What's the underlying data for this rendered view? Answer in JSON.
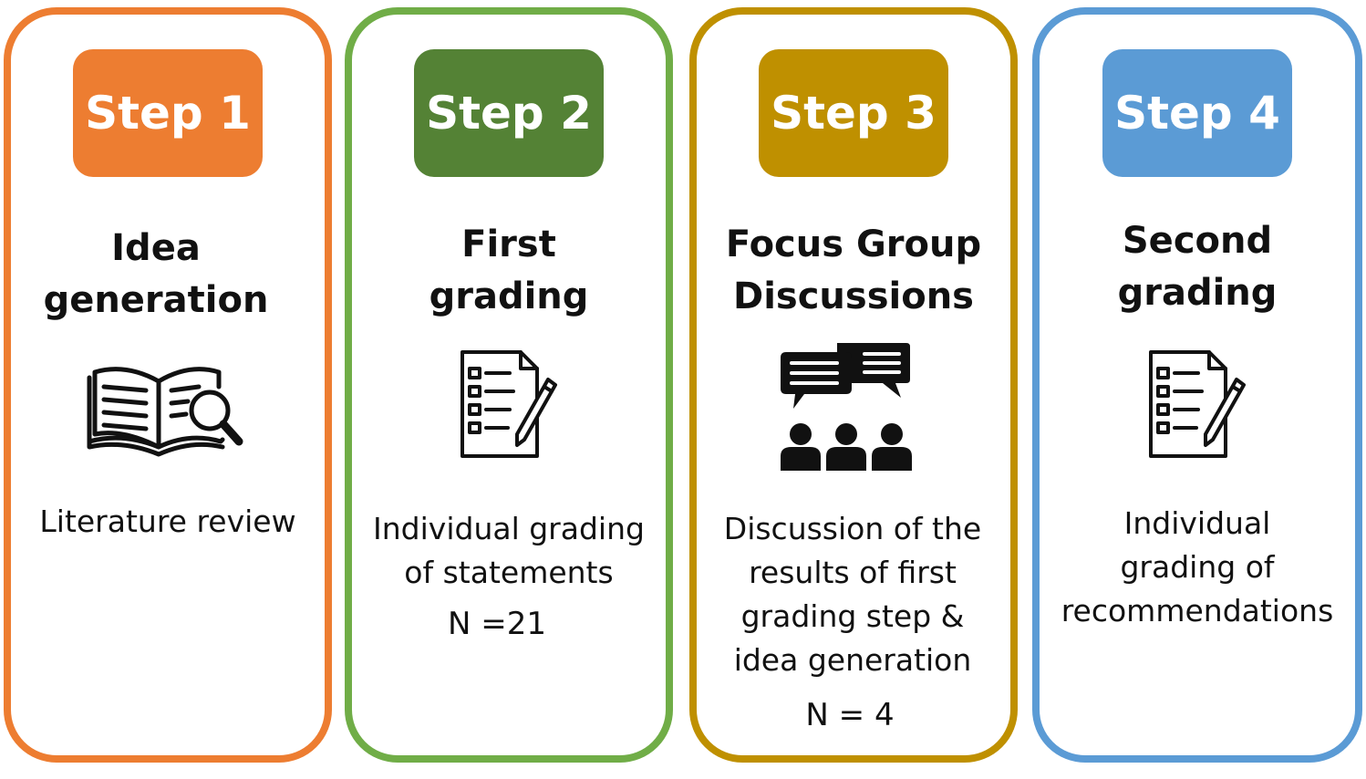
{
  "colors": {
    "step1": "#ED7D31",
    "step2_border": "#70AD47",
    "step2_badge": "#548235",
    "step3": "#BF9000",
    "step4": "#5B9BD5"
  },
  "steps": [
    {
      "badge": "Step 1",
      "title": [
        "Idea",
        "generation"
      ],
      "icon": "book-magnifier-icon",
      "description": [
        "Literature review"
      ],
      "count": ""
    },
    {
      "badge": "Step 2",
      "title": [
        "First",
        "grading"
      ],
      "icon": "checklist-pencil-icon",
      "description": [
        "Individual grading",
        "of statements"
      ],
      "count": "N =21"
    },
    {
      "badge": "Step 3",
      "title": [
        "Focus Group",
        "Discussions"
      ],
      "icon": "group-discussion-icon",
      "description": [
        "Discussion of the",
        "results of first",
        "grading step &",
        "idea generation"
      ],
      "count": "N = 4"
    },
    {
      "badge": "Step 4",
      "title": [
        "Second",
        "grading"
      ],
      "icon": "checklist-pencil-icon",
      "description": [
        "Individual",
        "grading of",
        "recommendations"
      ],
      "count": ""
    }
  ]
}
